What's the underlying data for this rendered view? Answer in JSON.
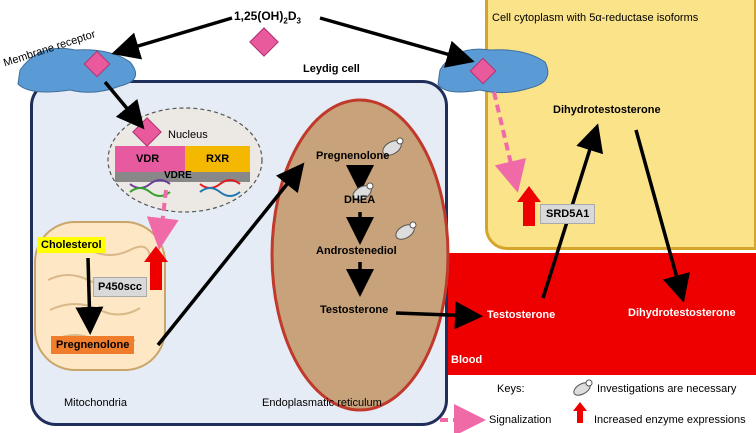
{
  "title_molecule": "1,25(OH)",
  "title_sub": "2",
  "title_d": "D",
  "title_sub3": "3",
  "membrane_receptor": "Membrane receptor",
  "leydig_cell": "Leydig cell",
  "cytoplasm": "Cell cytoplasm with 5α-reductase isoforms",
  "nucleus": "Nucleus",
  "vdr": "VDR",
  "rxr": "RXR",
  "vdre": "VDRE",
  "cholesterol": "Cholesterol",
  "p450scc": "P450scc",
  "pregnenolone_mito": "Pregnenolone",
  "mitochondria": "Mitochondria",
  "er": {
    "pregnenolone": "Pregnenolone",
    "dhea": "DHEA",
    "androstenediol": "Androstenediol",
    "testosterone": "Testosterone",
    "label": "Endoplasmatic reticulum"
  },
  "blood": {
    "label": "Blood",
    "testosterone": "Testosterone",
    "dht": "Dihydrotestosterone"
  },
  "cytoplasm_dht": "Dihydrotestosterone",
  "srd5a1": "SRD5A1",
  "keys": {
    "title": "Keys:",
    "investigations": "Investigations are necessary",
    "signalization": "Signalization",
    "increased": "Increased enzyme expressions"
  },
  "colors": {
    "blood": "#ee0000",
    "cytoplasm": "#fbe38a",
    "cytoplasm_border": "#d4a52a",
    "leydig_fill": "#e6ecf5",
    "leydig_border": "#1f2e5a",
    "er_fill": "#c8a27a",
    "er_border": "#c0392b",
    "receptor": "#5b9bd5",
    "diamond": "#e85a9c",
    "signal": "#f06aa8",
    "vdr": "#e75aa0",
    "rxr": "#f5b800",
    "cholesterol_bg": "#ffff00",
    "pregnenolone_bg": "#ef7d2c"
  }
}
